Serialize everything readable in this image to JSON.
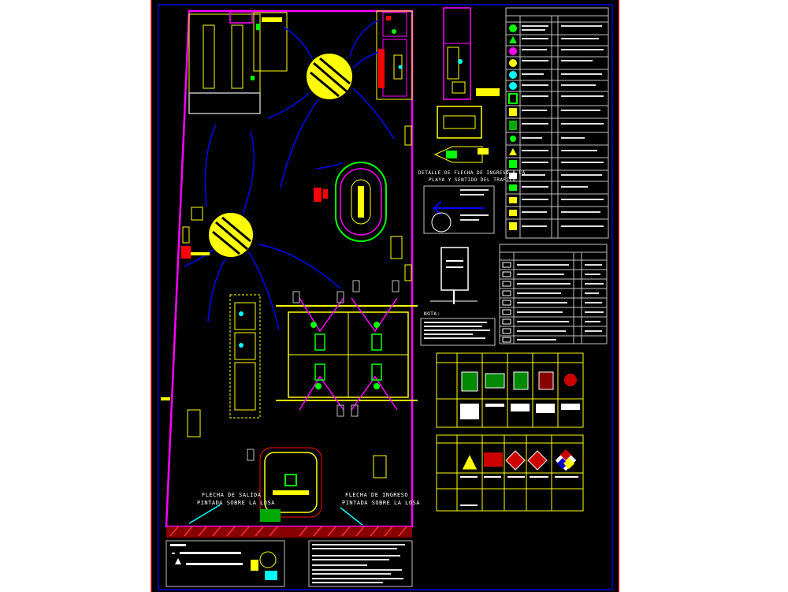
{
  "drawing": {
    "labels": {
      "arrow_left": "FLECHA DE SALIDA",
      "arrow_left_sub": "PINTADA SOBRE LA LOSA",
      "arrow_right": "FLECHA DE INGRESO",
      "arrow_right_sub": "PINTADA SOBRE LA LOSA",
      "detail_caption": "DETALLE DE FLECHA DE INGRESO A LA",
      "detail_caption_sub": "PLAYA Y SENTIDO DEL TRAFICO",
      "note_label": "NOTA:"
    },
    "colors": {
      "background": "#ffffff",
      "canvas": "#000000",
      "frame": "#0000aa",
      "sheet_border": "#cc0000",
      "property_line": "#ff00ff",
      "linework": "#ffff00",
      "flow_arrows": "#0000ff",
      "table_lines": "#c0c0c0"
    }
  }
}
